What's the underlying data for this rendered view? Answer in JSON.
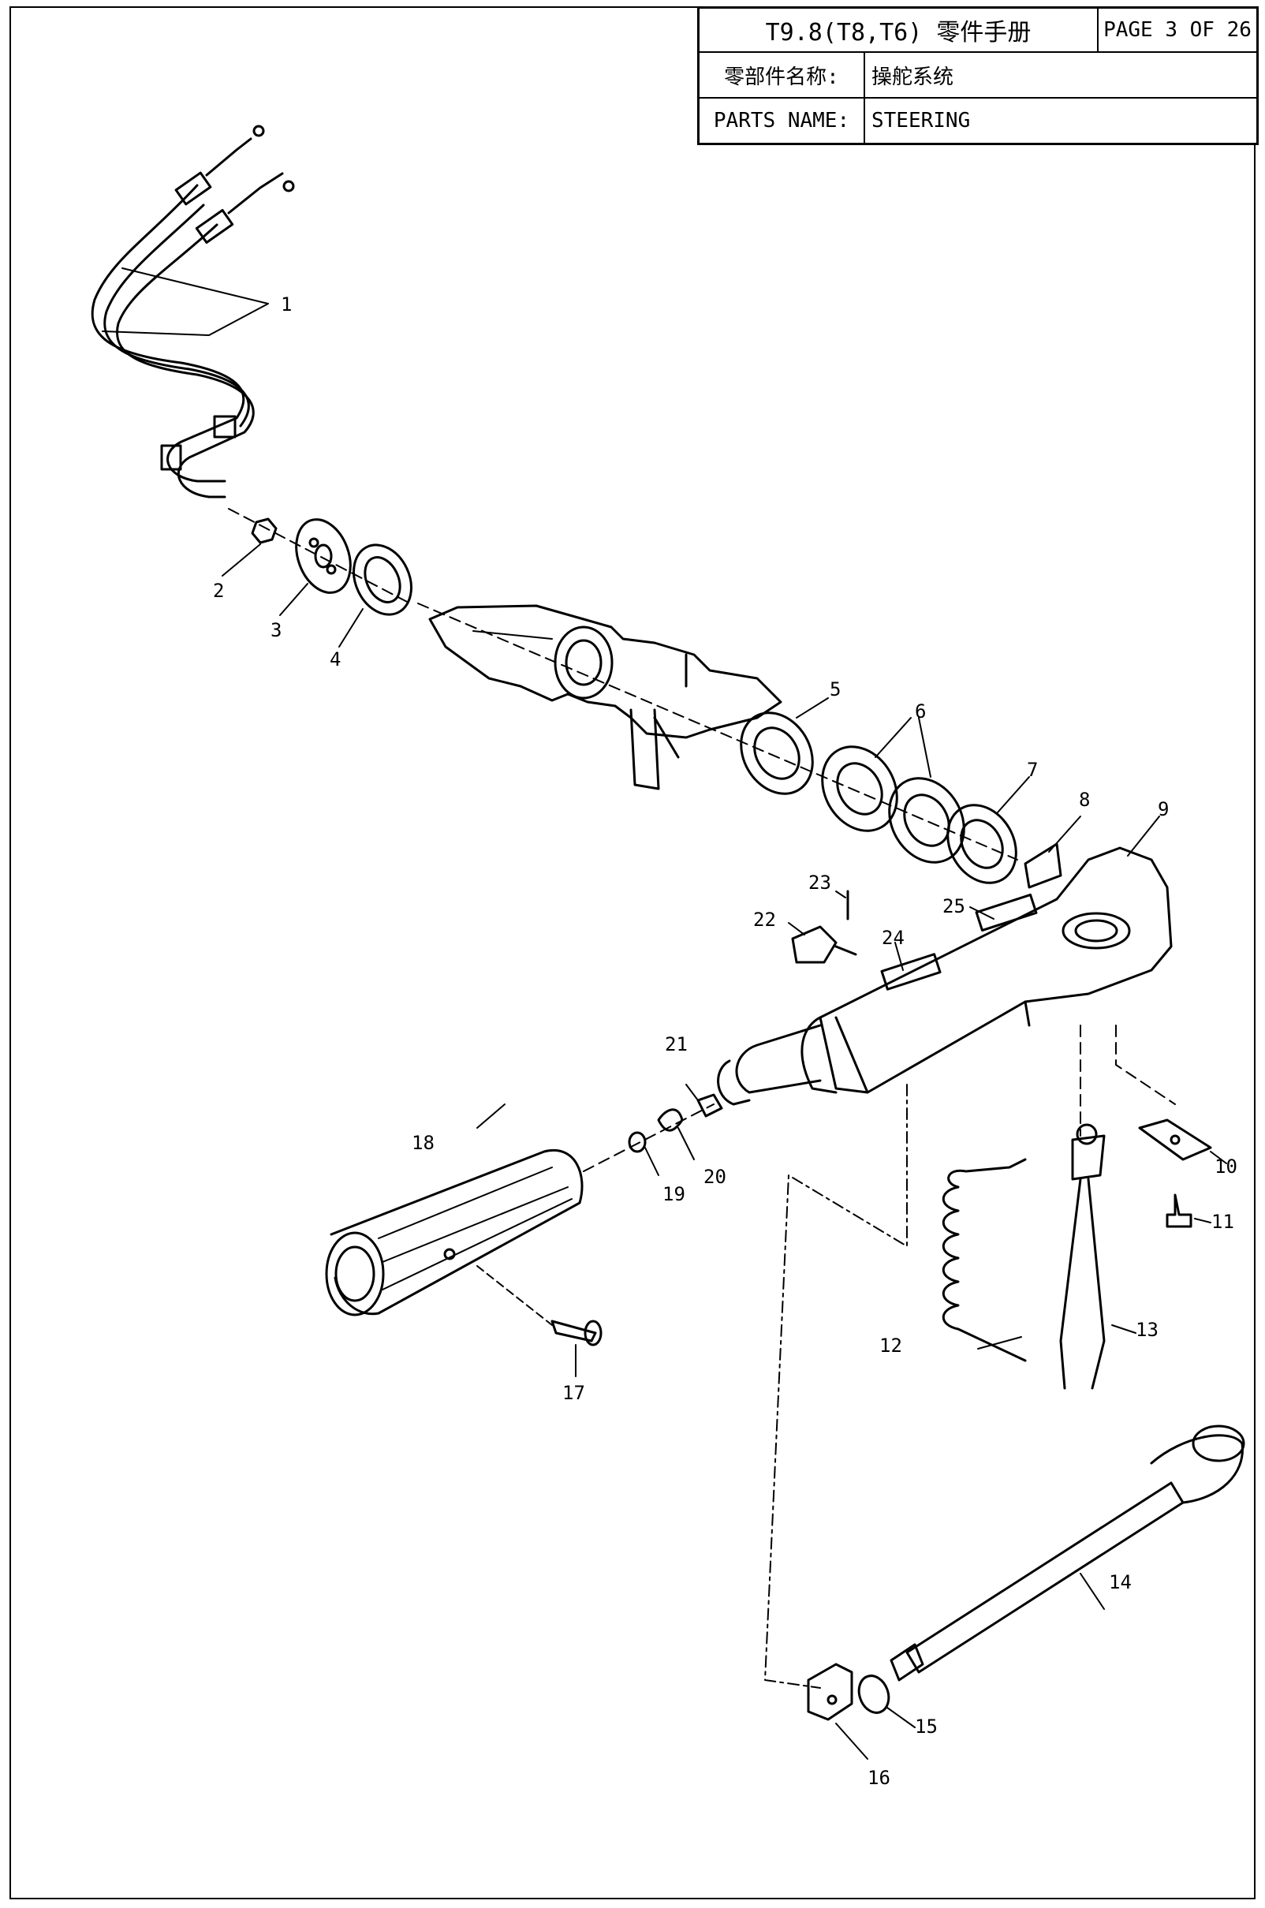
{
  "header": {
    "title": "T9.8(T8,T6) 零件手册",
    "page": "PAGE 3 OF 26",
    "rows": [
      {
        "label": "零部件名称:",
        "value": "操舵系统"
      },
      {
        "label": "PARTS NAME:",
        "value": "STEERING"
      }
    ]
  },
  "callouts": [
    {
      "id": "c1",
      "text": "1"
    },
    {
      "id": "c2",
      "text": "2"
    },
    {
      "id": "c3",
      "text": "3"
    },
    {
      "id": "c4",
      "text": "4"
    },
    {
      "id": "c5",
      "text": "5"
    },
    {
      "id": "c6",
      "text": "6"
    },
    {
      "id": "c7",
      "text": "7"
    },
    {
      "id": "c8",
      "text": "8"
    },
    {
      "id": "c9",
      "text": "9"
    },
    {
      "id": "c10",
      "text": "10"
    },
    {
      "id": "c11",
      "text": "11"
    },
    {
      "id": "c12",
      "text": "12"
    },
    {
      "id": "c13",
      "text": "13"
    },
    {
      "id": "c14",
      "text": "14"
    },
    {
      "id": "c15",
      "text": "15"
    },
    {
      "id": "c16",
      "text": "16"
    },
    {
      "id": "c17",
      "text": "17"
    },
    {
      "id": "c18",
      "text": "18"
    },
    {
      "id": "c19",
      "text": "19"
    },
    {
      "id": "c20",
      "text": "20"
    },
    {
      "id": "c21",
      "text": "21"
    },
    {
      "id": "c22",
      "text": "22"
    },
    {
      "id": "c23",
      "text": "23"
    },
    {
      "id": "c24",
      "text": "24"
    },
    {
      "id": "c25",
      "text": "25"
    }
  ]
}
